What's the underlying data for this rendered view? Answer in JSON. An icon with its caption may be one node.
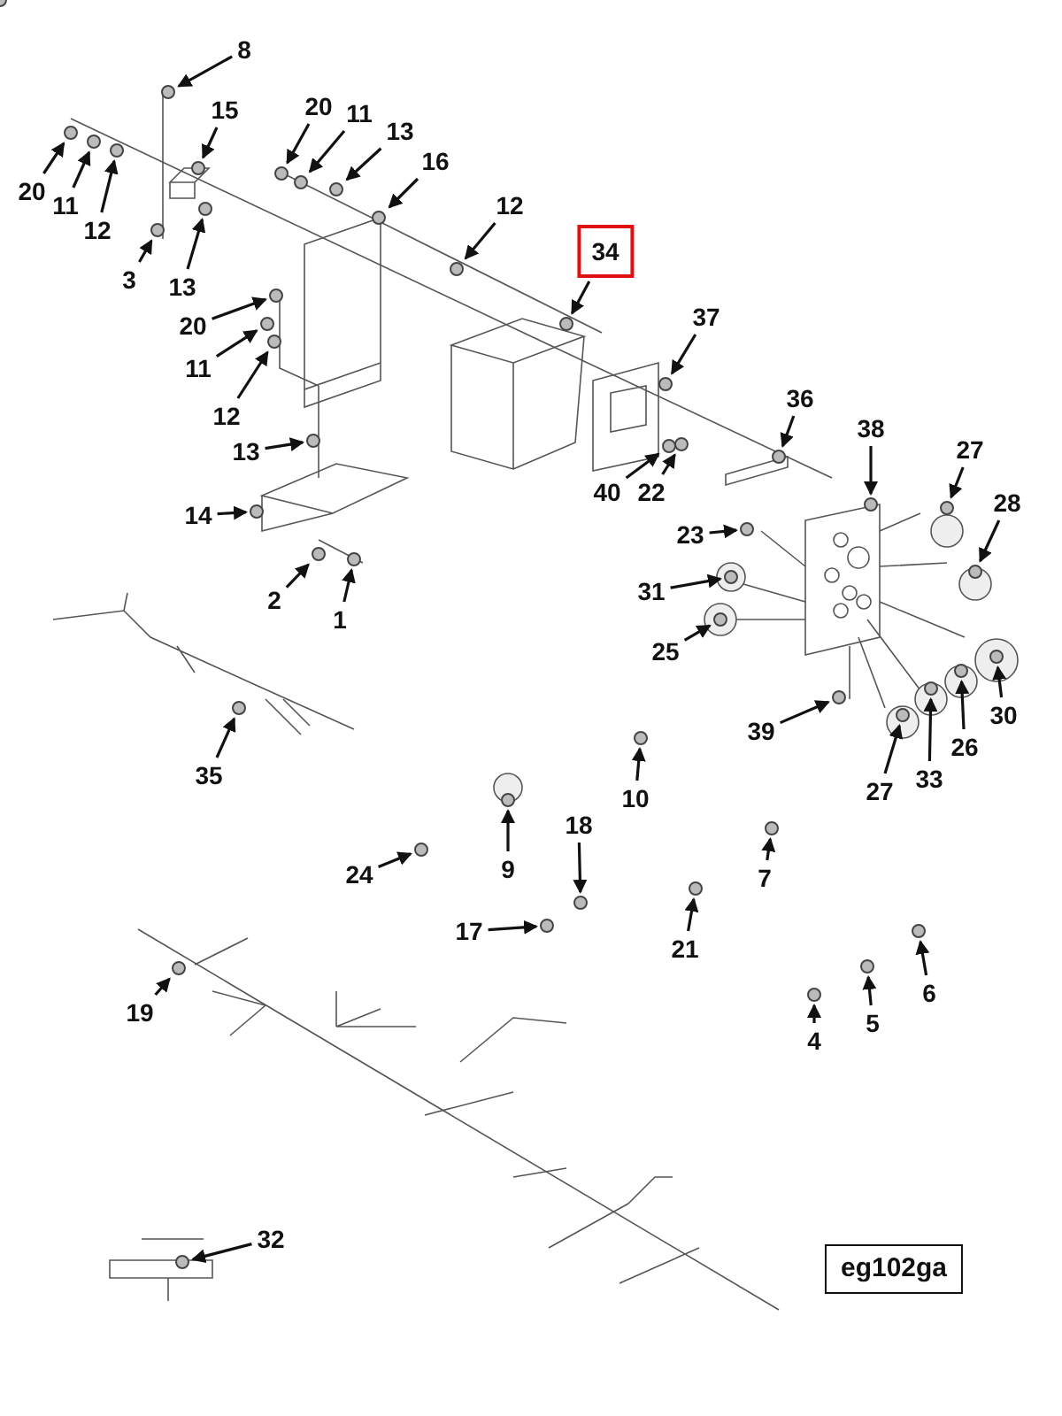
{
  "diagram": {
    "nodes": [
      {
        "text": [
          "8"
        ]
      },
      {
        "text": [
          "15"
        ]
      },
      {
        "text": [
          "20"
        ]
      },
      {
        "text": [
          "11"
        ]
      },
      {
        "text": [
          "12"
        ]
      },
      {
        "text": [
          "3"
        ]
      },
      {
        "text": [
          "13"
        ]
      },
      {
        "text": [
          "20"
        ]
      },
      {
        "text": [
          "11"
        ]
      },
      {
        "text": [
          "13"
        ]
      },
      {
        "text": [
          "16"
        ]
      },
      {
        "text": [
          "12"
        ]
      },
      {
        "text": [
          "20"
        ]
      },
      {
        "text": [
          "11"
        ]
      },
      {
        "text": [
          "12"
        ]
      },
      {
        "text": [
          "13"
        ]
      },
      {
        "text": [
          "14"
        ]
      },
      {
        "text": [
          "2"
        ]
      },
      {
        "text": [
          "1"
        ]
      },
      {
        "text": [
          "34"
        ]
      },
      {
        "text": [
          "37"
        ]
      },
      {
        "text": [
          "40"
        ]
      },
      {
        "text": [
          "22"
        ]
      },
      {
        "text": [
          "36"
        ]
      },
      {
        "text": [
          "38"
        ]
      },
      {
        "text": [
          "27"
        ]
      },
      {
        "text": [
          "28"
        ]
      },
      {
        "text": [
          "23"
        ]
      },
      {
        "text": [
          "31"
        ]
      },
      {
        "text": [
          "25"
        ]
      },
      {
        "text": [
          "39"
        ]
      },
      {
        "text": [
          "27"
        ]
      },
      {
        "text": [
          "33"
        ]
      },
      {
        "text": [
          "26"
        ]
      },
      {
        "text": [
          "30"
        ]
      },
      {
        "text": [
          "35"
        ]
      },
      {
        "text": [
          "10"
        ]
      },
      {
        "text": [
          "9"
        ]
      },
      {
        "text": [
          "24"
        ]
      },
      {
        "text": [
          "18"
        ]
      },
      {
        "text": [
          "17"
        ]
      },
      {
        "text": [
          "21"
        ]
      },
      {
        "text": [
          "7"
        ]
      },
      {
        "text": [
          "19"
        ]
      },
      {
        "text": [
          "4"
        ]
      },
      {
        "text": [
          "5"
        ]
      },
      {
        "text": [
          "6"
        ]
      },
      {
        "text": [
          "32"
        ]
      },
      {
        "text": [
          "eg102ga"
        ]
      },
      {
        "text": [],
        "shape": "circle"
      },
      {
        "text": [],
        "shape": "circle"
      },
      {
        "text": [],
        "shape": "circle"
      },
      {
        "text": [],
        "shape": "circle"
      },
      {
        "text": [],
        "shape": "circle"
      },
      {
        "text": [],
        "shape": "circle"
      },
      {
        "text": [],
        "shape": "circle"
      },
      {
        "text": [],
        "shape": "circle"
      },
      {
        "text": [],
        "shape": "circle"
      },
      {
        "text": [],
        "shape": "circle"
      },
      {
        "text": [],
        "shape": "circle"
      },
      {
        "text": [],
        "shape": "circle"
      },
      {
        "text": [],
        "shape": "circle"
      },
      {
        "text": [],
        "shape": "circle"
      },
      {
        "text": [],
        "shape": "circle"
      },
      {
        "text": [],
        "shape": "circle"
      },
      {
        "text": [],
        "shape": "circle"
      },
      {
        "text": [],
        "shape": "circle"
      },
      {
        "text": [],
        "shape": "circle"
      },
      {
        "text": [],
        "shape": "circle"
      },
      {
        "text": [],
        "shape": "circle"
      },
      {
        "text": [],
        "shape": "circle"
      },
      {
        "text": [],
        "shape": "circle"
      },
      {
        "text": [],
        "shape": "circle"
      },
      {
        "text": [],
        "shape": "circle"
      },
      {
        "text": [],
        "shape": "circle"
      },
      {
        "text": [],
        "shape": "circle"
      },
      {
        "text": [],
        "shape": "circle"
      },
      {
        "text": [],
        "shape": "circle"
      },
      {
        "text": [],
        "shape": "circle"
      },
      {
        "text": [],
        "shape": "circle"
      },
      {
        "text": [],
        "shape": "circle"
      },
      {
        "text": [],
        "shape": "circle"
      },
      {
        "text": [],
        "shape": "circle"
      },
      {
        "text": [],
        "shape": "circle"
      },
      {
        "text": [],
        "shape": "circle"
      },
      {
        "text": [],
        "shape": "circle"
      },
      {
        "text": [],
        "shape": "circle"
      },
      {
        "text": [],
        "shape": "circle"
      },
      {
        "text": [],
        "shape": "circle"
      },
      {
        "text": [],
        "shape": "circle"
      },
      {
        "text": [],
        "shape": "circle"
      },
      {
        "text": [],
        "shape": "circle"
      },
      {
        "text": [],
        "shape": "circle"
      },
      {
        "text": [],
        "shape": "circle"
      },
      {
        "text": [],
        "shape": "circle"
      },
      {
        "text": [],
        "shape": "circle"
      },
      {
        "text": [],
        "shape": "circle"
      },
      {
        "text": [],
        "shape": "circle"
      }
    ],
    "edges": [
      {
        "from": 0,
        "to": 49,
        "arrow": "to"
      },
      {
        "from": 1,
        "to": 50,
        "arrow": "to"
      },
      {
        "from": 2,
        "to": 51,
        "arrow": "to"
      },
      {
        "from": 3,
        "to": 52,
        "arrow": "to"
      },
      {
        "from": 4,
        "to": 53,
        "arrow": "to"
      },
      {
        "from": 5,
        "to": 54,
        "arrow": "to"
      },
      {
        "from": 6,
        "to": 55,
        "arrow": "to"
      },
      {
        "from": 7,
        "to": 56,
        "arrow": "to"
      },
      {
        "from": 8,
        "to": 57,
        "arrow": "to"
      },
      {
        "from": 9,
        "to": 58,
        "arrow": "to"
      },
      {
        "from": 10,
        "to": 59,
        "arrow": "to"
      },
      {
        "from": 11,
        "to": 60,
        "arrow": "to"
      },
      {
        "from": 12,
        "to": 61,
        "arrow": "to"
      },
      {
        "from": 13,
        "to": 62,
        "arrow": "to"
      },
      {
        "from": 14,
        "to": 63,
        "arrow": "to"
      },
      {
        "from": 15,
        "to": 64,
        "arrow": "to"
      },
      {
        "from": 16,
        "to": 65,
        "arrow": "to"
      },
      {
        "from": 17,
        "to": 66,
        "arrow": "to"
      },
      {
        "from": 18,
        "to": 67,
        "arrow": "to"
      },
      {
        "from": 19,
        "to": 68,
        "arrow": "to"
      },
      {
        "from": 20,
        "to": 69,
        "arrow": "to"
      },
      {
        "from": 21,
        "to": 70,
        "arrow": "to"
      },
      {
        "from": 22,
        "to": 71,
        "arrow": "to"
      },
      {
        "from": 23,
        "to": 72,
        "arrow": "to"
      },
      {
        "from": 24,
        "to": 73,
        "arrow": "to"
      },
      {
        "from": 25,
        "to": 74,
        "arrow": "to"
      },
      {
        "from": 26,
        "to": 75,
        "arrow": "to"
      },
      {
        "from": 27,
        "to": 76,
        "arrow": "to"
      },
      {
        "from": 28,
        "to": 77,
        "arrow": "to"
      },
      {
        "from": 29,
        "to": 78,
        "arrow": "to"
      },
      {
        "from": 30,
        "to": 79,
        "arrow": "to"
      },
      {
        "from": 31,
        "to": 80,
        "arrow": "to"
      },
      {
        "from": 32,
        "to": 81,
        "arrow": "to"
      },
      {
        "from": 33,
        "to": 82,
        "arrow": "to"
      },
      {
        "from": 34,
        "to": 83,
        "arrow": "to"
      },
      {
        "from": 35,
        "to": 84,
        "arrow": "to"
      },
      {
        "from": 36,
        "to": 85,
        "arrow": "to"
      },
      {
        "from": 37,
        "to": 86,
        "arrow": "to"
      },
      {
        "from": 38,
        "to": 87,
        "arrow": "to"
      },
      {
        "from": 39,
        "to": 88,
        "arrow": "to"
      },
      {
        "from": 40,
        "to": 89,
        "arrow": "to"
      },
      {
        "from": 41,
        "to": 90,
        "arrow": "to"
      },
      {
        "from": 42,
        "to": 91,
        "arrow": "to"
      },
      {
        "from": 43,
        "to": 92,
        "arrow": "to"
      },
      {
        "from": 44,
        "to": 93,
        "arrow": "to"
      },
      {
        "from": 45,
        "to": 94,
        "arrow": "to"
      },
      {
        "from": 46,
        "to": 95,
        "arrow": "to"
      },
      {
        "from": 47,
        "to": 96,
        "arrow": "to"
      }
    ]
  }
}
